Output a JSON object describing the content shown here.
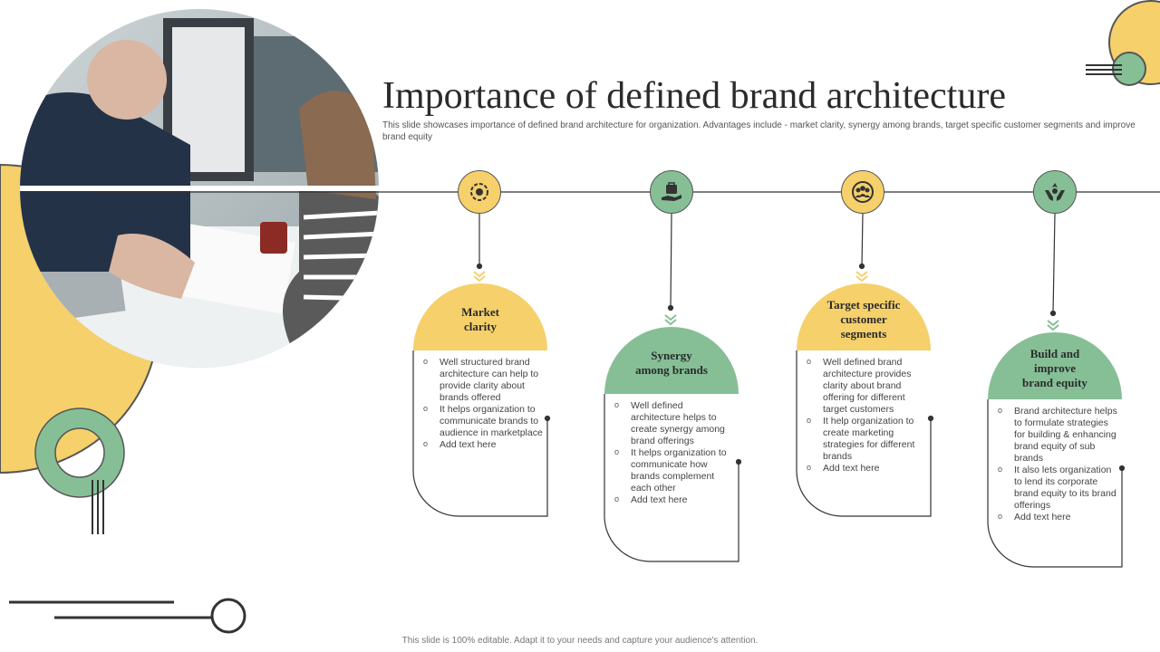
{
  "slide": {
    "title": "Importance of defined brand architecture",
    "subtitle": "This slide showcases importance of defined brand architecture for organization. Advantages include - market clarity, synergy among brands, target specific customer segments and improve brand equity",
    "footer": "This slide is 100% editable. Adapt it to your needs and capture your audience's attention."
  },
  "colors": {
    "yellow": "#f5d06b",
    "green": "#86bf96",
    "line": "#333333"
  },
  "photo": {
    "alt": "two people reviewing documents at a desk"
  },
  "cards": [
    {
      "heading": "Market clarity",
      "heading_lines": [
        "Market",
        "clarity"
      ],
      "color": "yellow",
      "icon": "clarity-gear-icon",
      "bullets": [
        "Well structured brand architecture can help to provide clarity about brands offered",
        "It helps organization to communicate brands to audience in marketplace",
        "Add text here"
      ]
    },
    {
      "heading": "Synergy among brands",
      "heading_lines": [
        "Synergy",
        "among brands"
      ],
      "color": "green",
      "icon": "briefcase-hand-icon",
      "bullets": [
        "Well defined architecture helps to create synergy among brand offerings",
        "It helps organization to communicate how brands complement each other",
        "Add text here"
      ]
    },
    {
      "heading": "Target specific customer segments",
      "heading_lines": [
        "Target specific",
        "customer",
        "segments"
      ],
      "color": "yellow",
      "icon": "target-group-icon",
      "bullets": [
        "Well defined brand architecture provides clarity about brand offering for different target customers",
        "It help organization to create marketing strategies for different brands",
        "Add text here"
      ]
    },
    {
      "heading": "Build and improve brand equity",
      "heading_lines": [
        "Build and",
        "improve",
        "brand equity"
      ],
      "color": "green",
      "icon": "hands-growth-icon",
      "bullets": [
        "Brand architecture helps to formulate strategies for building & enhancing brand equity of sub brands",
        "It also lets organization to lend its corporate brand equity to its brand offerings",
        "Add text here"
      ]
    }
  ]
}
